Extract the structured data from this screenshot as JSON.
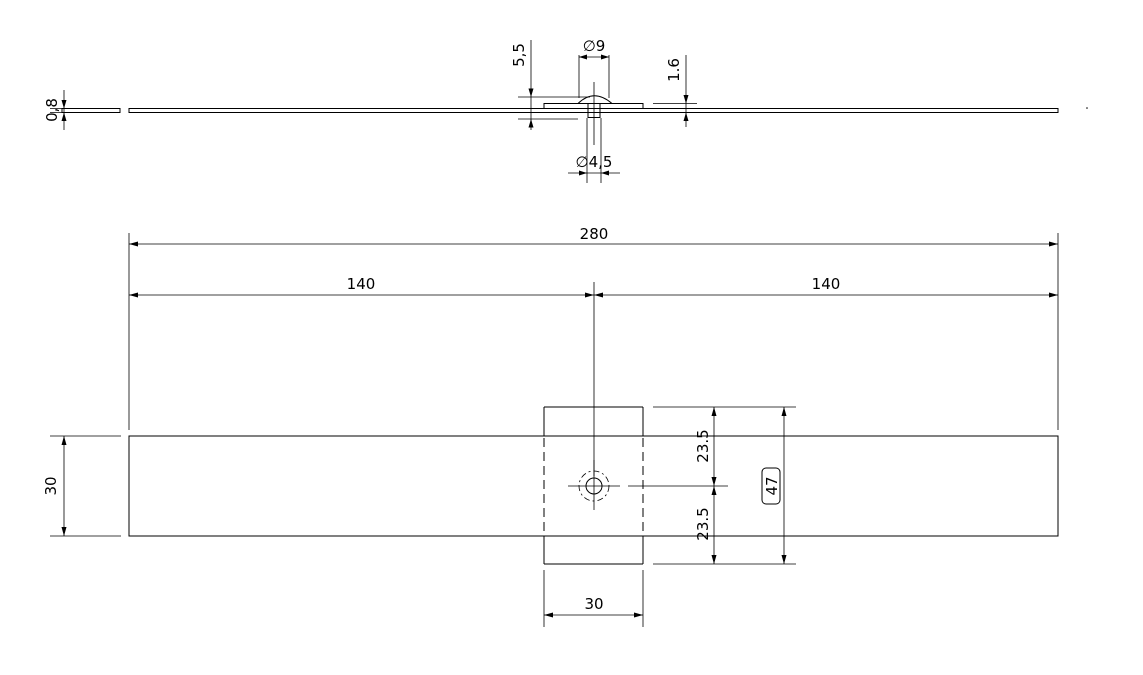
{
  "drawing": {
    "dimensions": {
      "sheet_thickness": "0,8",
      "boss_height": "5,5",
      "boss_diameter": "∅9",
      "plate_thickness": "1.6",
      "hole_diameter": "∅4,5",
      "overall_length": "280",
      "half_length_left": "140",
      "half_length_right": "140",
      "strip_width": "30",
      "plate_upper_offset": "23.5",
      "plate_lower_offset": "23.5",
      "plate_height_reference": "47",
      "plate_width": "30"
    }
  }
}
